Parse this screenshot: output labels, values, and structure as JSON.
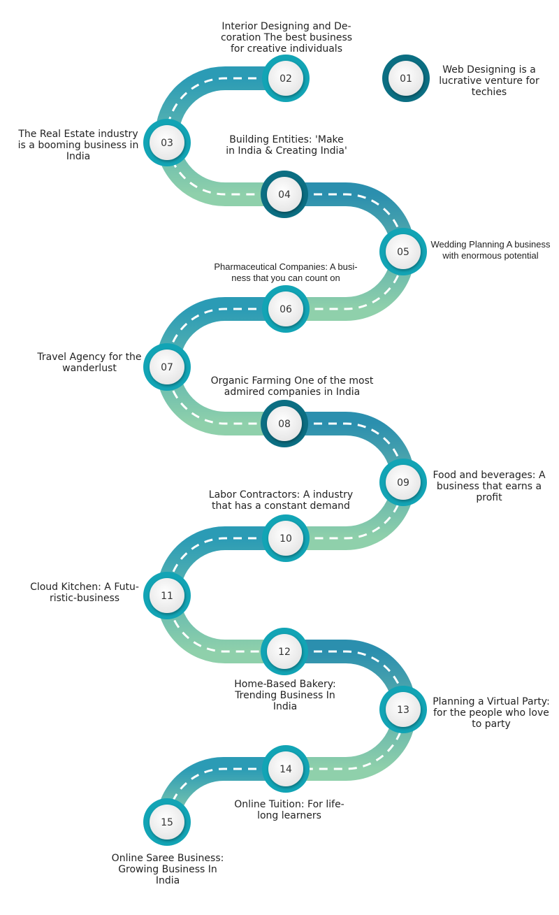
{
  "colors": {
    "teal": "#12a4b5",
    "dark_teal": "#0b6e82",
    "mint": "#86cfae",
    "blue_teal": "#2b8fae",
    "dash": "#ffffff"
  },
  "steps": [
    {
      "num": "01",
      "text": "Web Designing is a lucrative venture for techies",
      "ring": "dark"
    },
    {
      "num": "02",
      "text": "Interior Designing and De-coration The best business for creative individuals",
      "ring": "teal"
    },
    {
      "num": "03",
      "text": "The Real Estate industry is a booming business in India",
      "ring": "teal"
    },
    {
      "num": "04",
      "text": "Building Entities: 'Make in India & Creating India'",
      "ring": "dark"
    },
    {
      "num": "05",
      "text": "Wedding Planning A business with enormous potential",
      "ring": "teal"
    },
    {
      "num": "06",
      "text": "Pharmaceutical Companies: A busi-ness that you can count on",
      "ring": "teal"
    },
    {
      "num": "07",
      "text": "Travel Agency for the wanderlust",
      "ring": "teal"
    },
    {
      "num": "08",
      "text": "Organic Farming One of the most admired companies in India",
      "ring": "dark"
    },
    {
      "num": "09",
      "text": "Food and beverages: A business that earns a profit",
      "ring": "teal"
    },
    {
      "num": "10",
      "text": "Labor Contractors: A industry that has a constant demand",
      "ring": "teal"
    },
    {
      "num": "11",
      "text": "Cloud Kitchen: A Futu-ristic-business",
      "ring": "teal"
    },
    {
      "num": "12",
      "text": "Home-Based Bakery: Trending Business In India",
      "ring": "teal"
    },
    {
      "num": "13",
      "text": "Planning a Virtual Party: for the people who love to party",
      "ring": "teal"
    },
    {
      "num": "14",
      "text": "Online Tuition: For life-long learners",
      "ring": "teal"
    },
    {
      "num": "15",
      "text": "Online Saree Business: Growing Business In India",
      "ring": "teal"
    }
  ]
}
